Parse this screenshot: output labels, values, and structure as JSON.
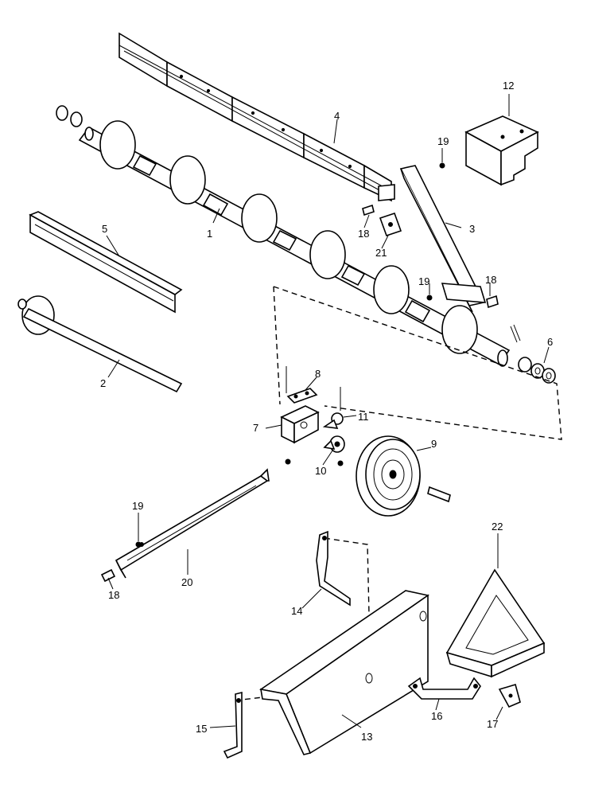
{
  "callouts": [
    {
      "id": "p1",
      "text": "1"
    },
    {
      "id": "p2",
      "text": "2"
    },
    {
      "id": "p3",
      "text": "3"
    },
    {
      "id": "p4",
      "text": "4"
    },
    {
      "id": "p5",
      "text": "5"
    },
    {
      "id": "p6",
      "text": "6"
    },
    {
      "id": "p7",
      "text": "7"
    },
    {
      "id": "p8",
      "text": "8"
    },
    {
      "id": "p9",
      "text": "9"
    },
    {
      "id": "p10",
      "text": "10"
    },
    {
      "id": "p11",
      "text": "11"
    },
    {
      "id": "p12",
      "text": "12"
    },
    {
      "id": "p13",
      "text": "13"
    },
    {
      "id": "p14",
      "text": "14"
    },
    {
      "id": "p15",
      "text": "15"
    },
    {
      "id": "p16",
      "text": "16"
    },
    {
      "id": "p17",
      "text": "17"
    },
    {
      "id": "p18a",
      "text": "18"
    },
    {
      "id": "p18b",
      "text": "18"
    },
    {
      "id": "p18c",
      "text": "18"
    },
    {
      "id": "p19a",
      "text": "19"
    },
    {
      "id": "p19b",
      "text": "19"
    },
    {
      "id": "p19c",
      "text": "19"
    },
    {
      "id": "p20",
      "text": "20"
    },
    {
      "id": "p21",
      "text": "21"
    },
    {
      "id": "p22",
      "text": "22"
    }
  ]
}
